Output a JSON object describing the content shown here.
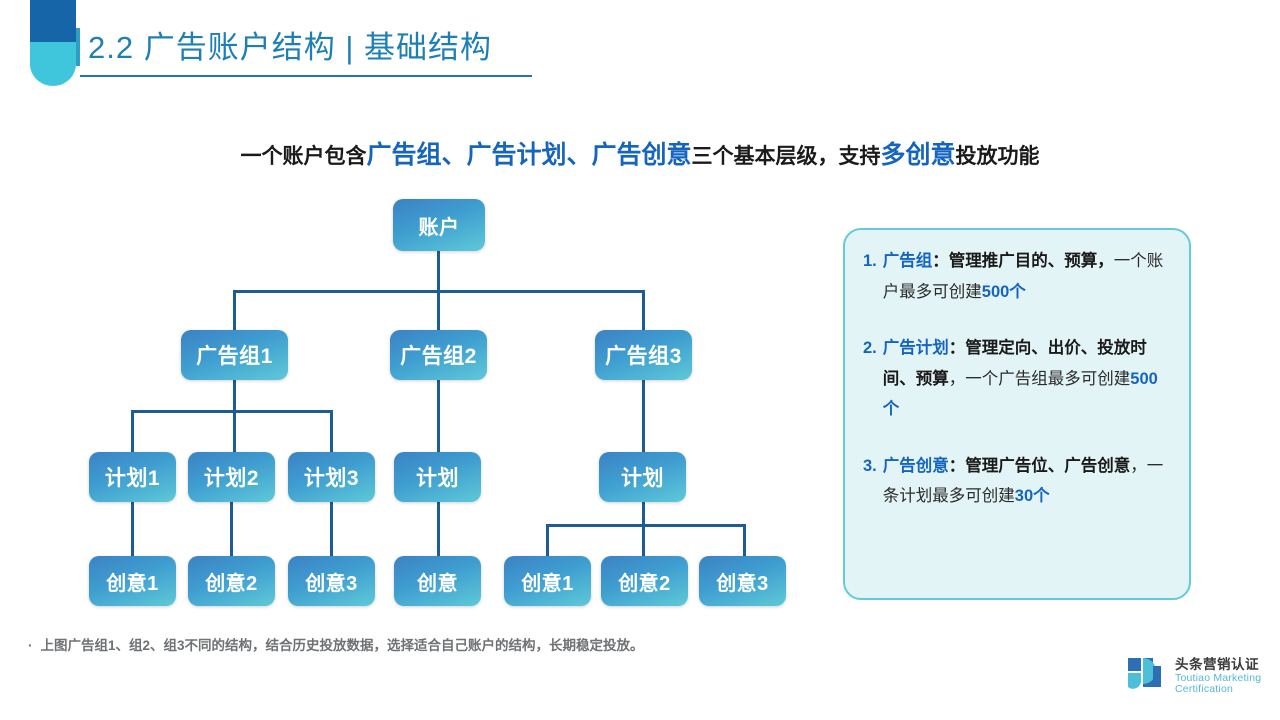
{
  "header": {
    "title": "2.2 广告账户结构 | 基础结构",
    "deco_top_color": "#1565a8",
    "deco_bottom_color": "#3fc6dd",
    "title_color": "#1e7fb5"
  },
  "subtitle": {
    "part1": "一个账户包含",
    "highlight1": "广告组、广告计划、广告创意",
    "part2": "三个基本层级，支持",
    "highlight2": "多创意",
    "part3": "投放功能",
    "highlight_color": "#1565c0"
  },
  "diagram": {
    "node_gradient_from": "#3b82c4",
    "node_gradient_to": "#5ec9d8",
    "connector_color": "#1f5c96",
    "levels": {
      "account": "账户",
      "groups": [
        "广告组1",
        "广告组2",
        "广告组3"
      ],
      "plans_group1": [
        "计划1",
        "计划2",
        "计划3"
      ],
      "plan_group2": "计划",
      "plan_group3": "计划",
      "creatives_group1": [
        "创意1",
        "创意2",
        "创意3"
      ],
      "creative_group2": "创意",
      "creatives_group3": [
        "创意1",
        "创意2",
        "创意3"
      ]
    }
  },
  "info_panel": {
    "background": "#e3f4f6",
    "border_color": "#63cbd8",
    "items": [
      {
        "num": "1.",
        "term": "广告组",
        "colon": "：",
        "text": "管理推广目的、预算，",
        "plain": "一个账户最多可创建",
        "strong": "500个"
      },
      {
        "num": "2.",
        "term": "广告计划",
        "colon": "：",
        "text": "管理定向、出价、投放时间、预算",
        "plain": "，一个广告组最多可创建",
        "strong": "500个"
      },
      {
        "num": "3.",
        "term": "广告创意",
        "colon": "：",
        "text": "管理广告位、广告创意",
        "plain": "，一条计划最多可创建",
        "strong": "30个"
      }
    ]
  },
  "footnote": {
    "bullet": "·",
    "text": "上图广告组1、组2、组3不同的结构，结合历史投放数据，选择适合自己账户的结构，长期稳定投放。"
  },
  "logo": {
    "cn": "头条营销认证",
    "en_line1": "Toutiao Marketing",
    "en_line2": "Certification",
    "mark_colors": [
      "#2c6fb5",
      "#4cc0d8"
    ]
  }
}
